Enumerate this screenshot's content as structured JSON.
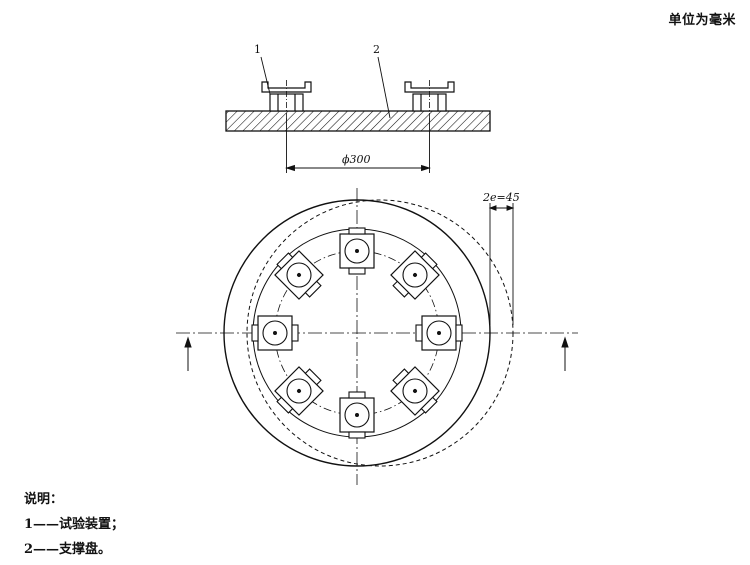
{
  "unit_note": "单位为毫米",
  "callouts": {
    "item1": "1",
    "item2": "2"
  },
  "dimensions": {
    "diameter": "ϕ300",
    "eccentric": "2e=45"
  },
  "legend": {
    "title": "说明：",
    "items": [
      {
        "text": "1——试验装置；"
      },
      {
        "text": "2——支撑盘。"
      }
    ]
  }
}
